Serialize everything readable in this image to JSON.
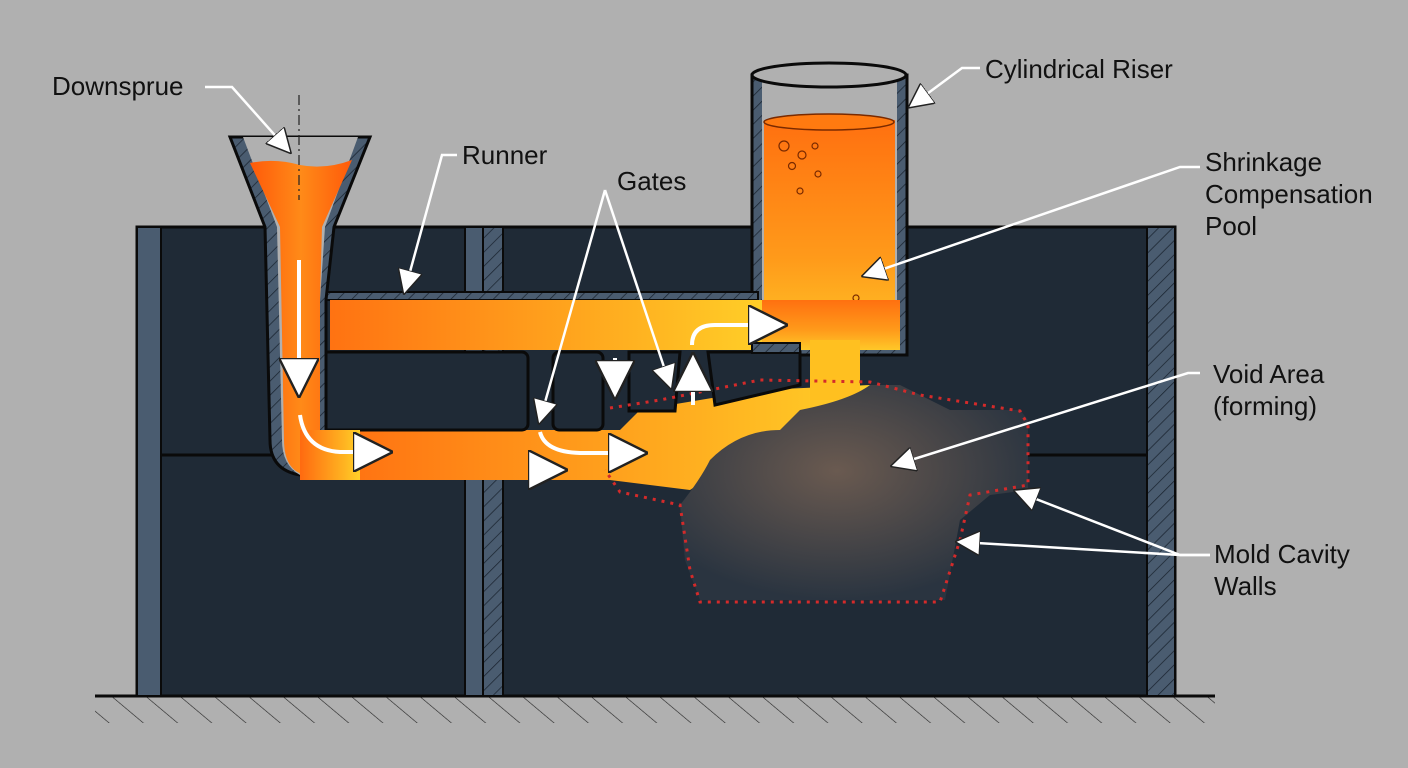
{
  "diagram": {
    "title": "Sand casting gating system with riser (cross-section)",
    "colors": {
      "background": "#b0b0b0",
      "sand": "#1f2a36",
      "flask_wall": "#4a5c70",
      "molten_metal": "#ff7a10",
      "hot_metal": "#ffc020",
      "void_outline": "#d42a2a",
      "outline": "#0a0a0a"
    },
    "labels": {
      "downsprue": "Downsprue",
      "runner": "Runner",
      "gates": "Gates",
      "cylindrical_riser": "Cylindrical Riser",
      "shrinkage_pool": "Shrinkage\nCompensation\nPool",
      "void_area": "Void Area\n(forming)",
      "mold_cavity_walls": "Mold Cavity\nWalls"
    }
  }
}
